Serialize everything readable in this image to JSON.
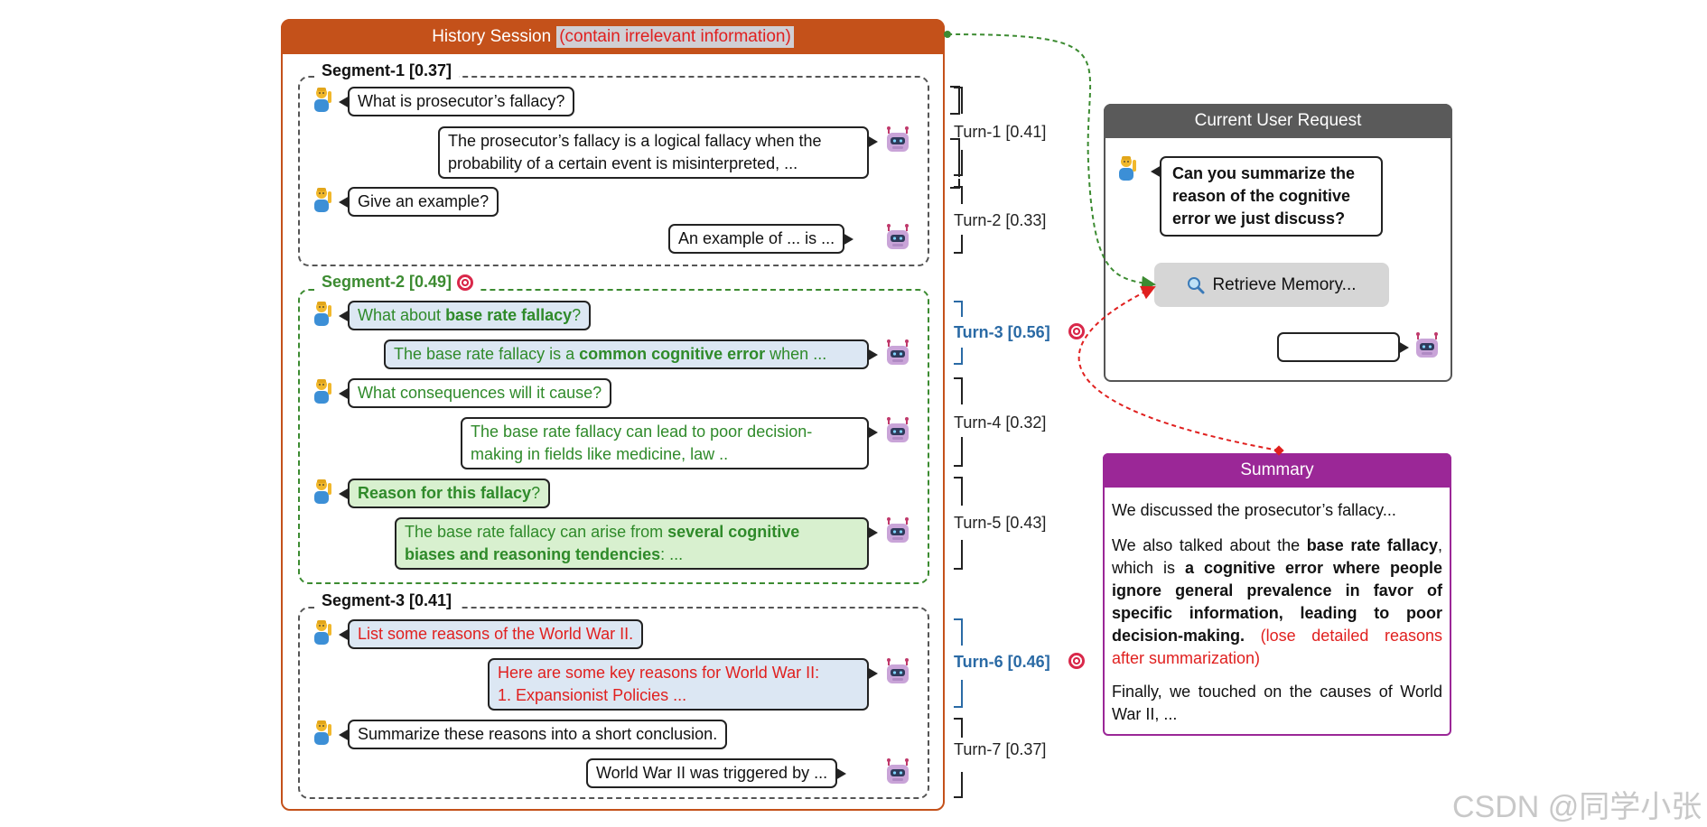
{
  "history": {
    "title": "History Session",
    "note": "(contain irrelevant information)",
    "segments": [
      {
        "label": "Segment-1 [0.37]"
      },
      {
        "label": "Segment-2  [0.49]"
      },
      {
        "label": "Segment-3 [0.41]"
      }
    ],
    "messages": {
      "m1": "What is prosecutor’s fallacy?",
      "m2_l1": "The prosecutor’s fallacy is a logical fallacy when the",
      "m2_l2": "probability of a certain event is misinterpreted, ...",
      "m3": "Give an example?",
      "m4": "An example of ... is ...",
      "m5_a": "What about ",
      "m5_b": "base rate fallacy",
      "m5_c": "?",
      "m6_a": "The base rate fallacy is a ",
      "m6_b": "common cognitive error",
      "m6_c": " when ...",
      "m7": "What consequences will it cause?",
      "m8_l1": "The base rate fallacy can lead to poor decision-",
      "m8_l2": "making in fields like medicine, law ..",
      "m9_a": "Reason for this fallacy",
      "m9_b": "?",
      "m10_a": "The base rate fallacy can arise from ",
      "m10_b": "several cognitive",
      "m10_c": "biases and reasoning tendencies",
      "m10_d": ": ...",
      "m11": "List some reasons of the World War II.",
      "m12_l1": "Here are some key reasons for World War II:",
      "m12_l2": "1. Expansionist Policies ...",
      "m13": "Summarize these reasons into a short conclusion.",
      "m14": "World War II was triggered by ..."
    }
  },
  "turns": [
    {
      "label": "Turn-1 [0.41]"
    },
    {
      "label": "Turn-2 [0.33]"
    },
    {
      "label": "Turn-3 [0.56]"
    },
    {
      "label": "Turn-4 [0.32]"
    },
    {
      "label": "Turn-5 [0.43]"
    },
    {
      "label": "Turn-6 [0.46]"
    },
    {
      "label": "Turn-7 [0.37]"
    }
  ],
  "request": {
    "title": "Current User Request",
    "question_l1": "Can you summarize the",
    "question_l2": "reason of the cognitive",
    "question_l3": "error we just discuss?",
    "retrieve_label": "Retrieve Memory...",
    "reply": ""
  },
  "summary": {
    "title": "Summary",
    "p1": "We discussed the prosecutor’s fallacy...",
    "p2_a": "We also talked about the ",
    "p2_b": "base rate fallacy",
    "p2_c": ", which is ",
    "p2_d": "a cognitive error where people ignore general prevalence in favor of specific information, leading to poor decision-making.",
    "p2_e": " (lose detailed reasons after summarization)",
    "p3": "Finally, we touched on the causes of World War II, ..."
  },
  "watermark": "CSDN @同学小张",
  "colors": {
    "history": "#c4511a",
    "request": "#5a5a5a",
    "summary": "#9b2797",
    "green_text": "#2f8a2a",
    "red_text": "#e0201f",
    "turn_highlight": "#2a6aa5"
  }
}
